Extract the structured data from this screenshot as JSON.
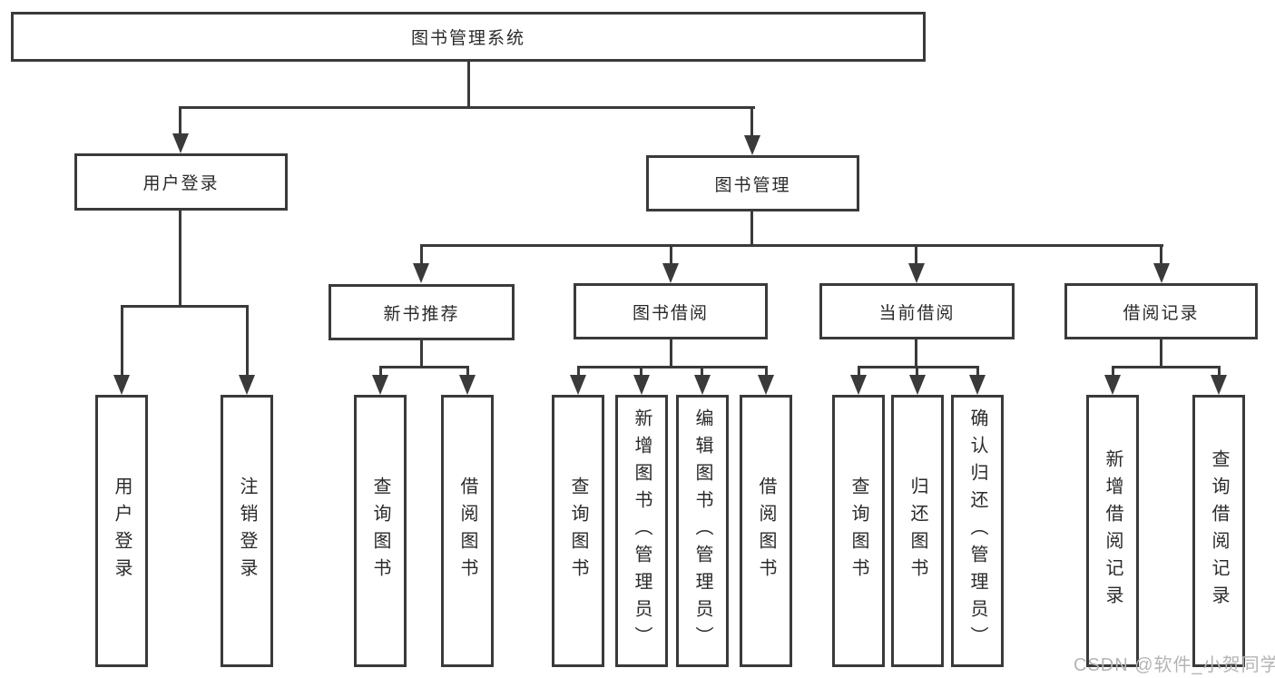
{
  "diagram": {
    "root": {
      "label": "图书管理系统"
    },
    "level2": [
      {
        "label": "用户登录"
      },
      {
        "label": "图书管理"
      }
    ],
    "level3": [
      {
        "label": "新书推荐"
      },
      {
        "label": "图书借阅"
      },
      {
        "label": "当前借阅"
      },
      {
        "label": "借阅记录"
      }
    ],
    "leaves": [
      {
        "label": "用户登录"
      },
      {
        "label": "注销登录"
      },
      {
        "label": "查询图书"
      },
      {
        "label": "借阅图书"
      },
      {
        "label": "查询图书"
      },
      {
        "label": "新增图书（管理员）"
      },
      {
        "label": "编辑图书（管理员）"
      },
      {
        "label": "借阅图书"
      },
      {
        "label": "查询图书"
      },
      {
        "label": "归还图书"
      },
      {
        "label": "确认归还（管理员）"
      },
      {
        "label": "新增借阅记录"
      },
      {
        "label": "查询借阅记录"
      }
    ],
    "colors": {
      "line": "#3a3a3a",
      "text": "#2a2a2a",
      "background": "#ffffff",
      "watermark": "#b4b4b4"
    }
  },
  "watermark": {
    "text": "CSDN @软件_小贺同学"
  }
}
